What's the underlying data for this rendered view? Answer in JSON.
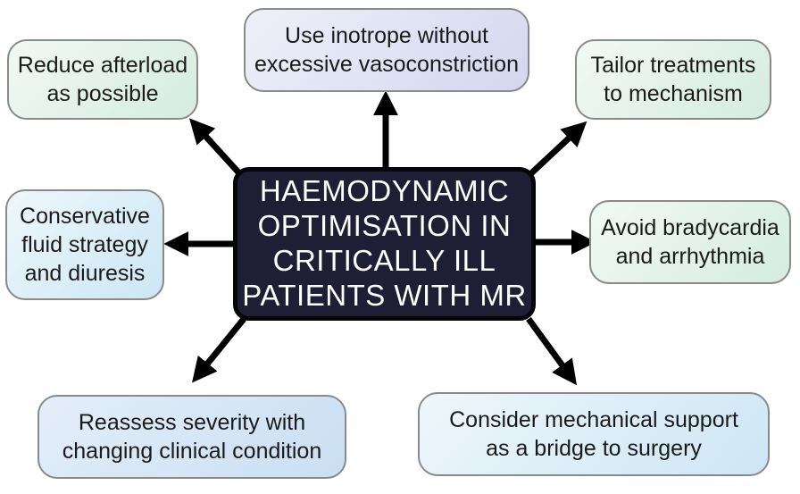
{
  "center": {
    "text": "HAEMODYNAMIC\nOPTIMISATION IN\nCRITICALLY ILL\nPATIENTS WITH MR"
  },
  "nodes": {
    "top_left": {
      "text": "Reduce afterload\nas possible"
    },
    "top_center": {
      "text": "Use inotrope without\nexcessive vasoconstriction"
    },
    "top_right": {
      "text": "Tailor treatments\nto mechanism"
    },
    "mid_left": {
      "text": "Conservative\nfluid strategy\nand diuresis"
    },
    "mid_right": {
      "text": "Avoid bradycardia\nand arrhythmia"
    },
    "bottom_left": {
      "text": "Reassess severity with\nchanging clinical condition"
    },
    "bottom_right": {
      "text": "Consider mechanical support\nas a bridge to surgery"
    }
  },
  "colors": {
    "center_fill": "#1e1e35",
    "arrow": "#000000",
    "box_border": "#8a8a8a"
  }
}
